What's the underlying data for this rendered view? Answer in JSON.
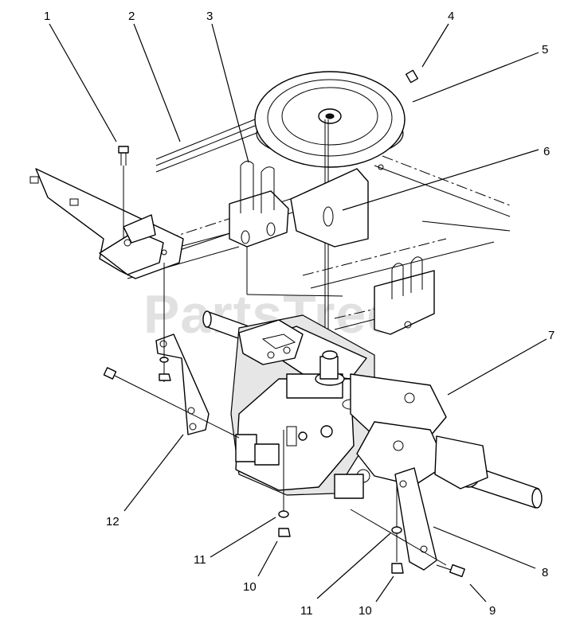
{
  "diagram": {
    "watermark": "PartsTree",
    "watermark_mark": "™",
    "callouts": [
      {
        "id": "c1",
        "label": "1"
      },
      {
        "id": "c2",
        "label": "2"
      },
      {
        "id": "c3",
        "label": "3"
      },
      {
        "id": "c4",
        "label": "4"
      },
      {
        "id": "c5",
        "label": "5"
      },
      {
        "id": "c6",
        "label": "6"
      },
      {
        "id": "c7",
        "label": "7"
      },
      {
        "id": "c8",
        "label": "8"
      },
      {
        "id": "c9",
        "label": "9"
      },
      {
        "id": "c10a",
        "label": "10"
      },
      {
        "id": "c10b",
        "label": "10"
      },
      {
        "id": "c11a",
        "label": "11"
      },
      {
        "id": "c11b",
        "label": "11"
      },
      {
        "id": "c12",
        "label": "12"
      }
    ]
  }
}
